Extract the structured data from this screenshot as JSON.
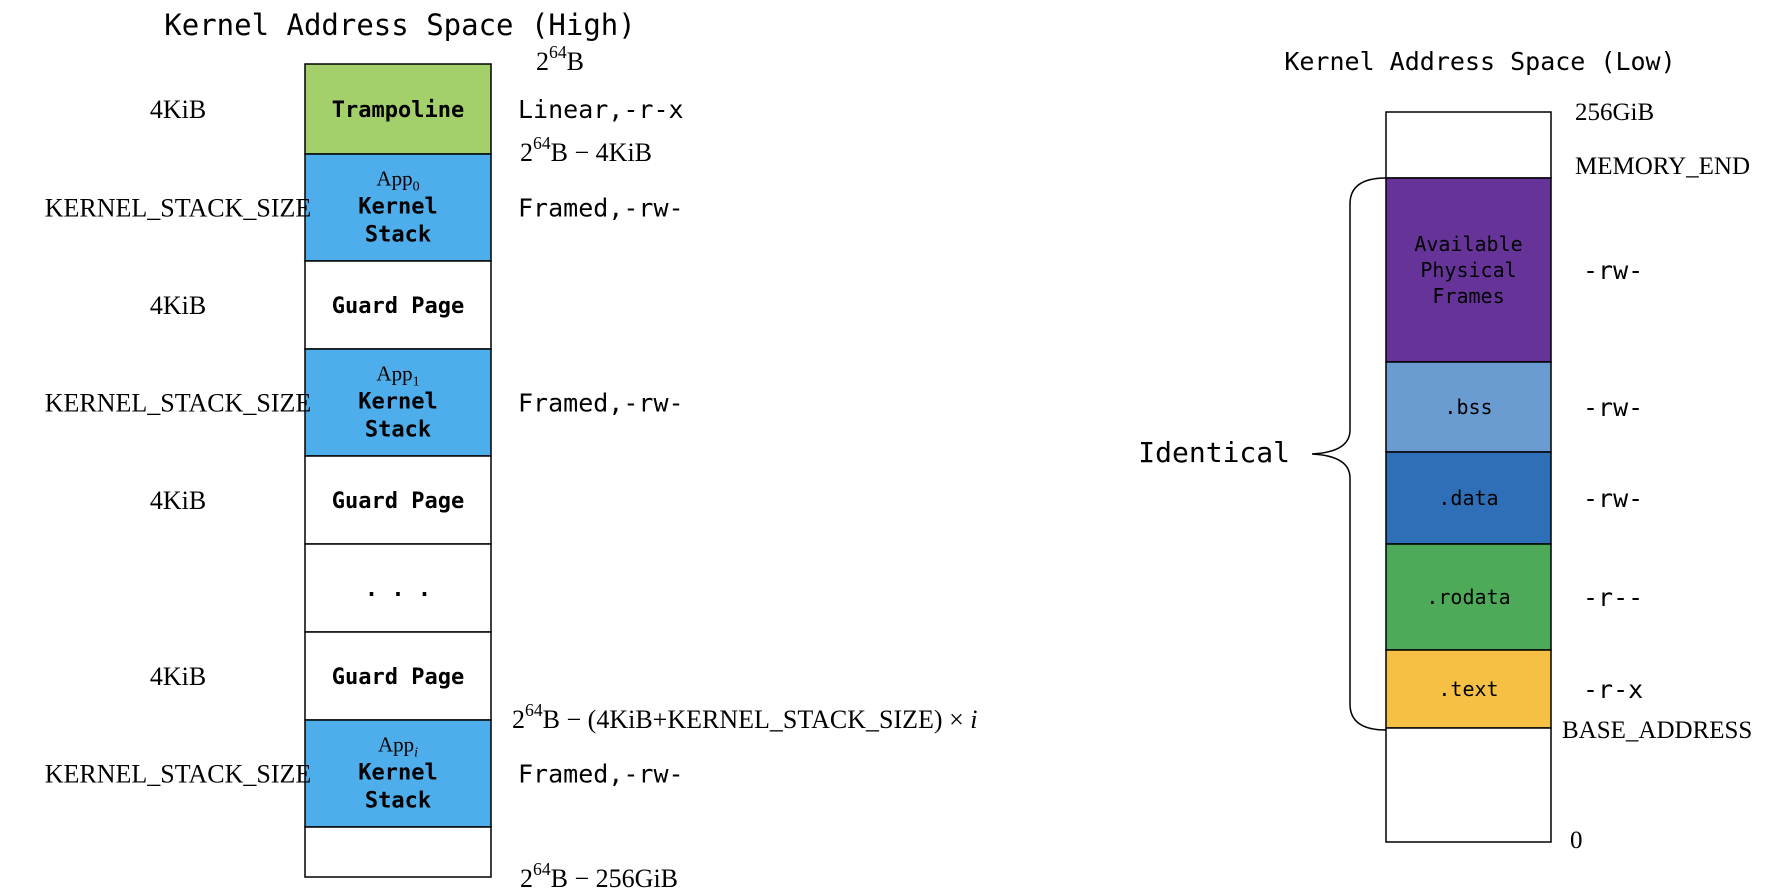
{
  "high": {
    "title": "Kernel Address Space (High)",
    "blocks": [
      {
        "id": "trampoline",
        "lines": [
          "Trampoline"
        ],
        "color": "#a3d06a",
        "size_label": "4KiB",
        "perm": "Linear,-r-x"
      },
      {
        "id": "app0-stack",
        "app": "App",
        "sub": "0",
        "lines": [
          "Kernel",
          "Stack"
        ],
        "color": "#4daeeb",
        "size_label": "KERNEL_STACK_SIZE",
        "perm": "Framed,-rw-"
      },
      {
        "id": "guard-page-1",
        "lines": [
          "Guard Page"
        ],
        "color": "#ffffff",
        "size_label": "4KiB",
        "perm": ""
      },
      {
        "id": "app1-stack",
        "app": "App",
        "sub": "1",
        "lines": [
          "Kernel",
          "Stack"
        ],
        "color": "#4daeeb",
        "size_label": "KERNEL_STACK_SIZE",
        "perm": "Framed,-rw-"
      },
      {
        "id": "guard-page-2",
        "lines": [
          "Guard Page"
        ],
        "color": "#ffffff",
        "size_label": "4KiB",
        "perm": ""
      },
      {
        "id": "ellipsis",
        "lines": [
          ". . ."
        ],
        "color": "#ffffff",
        "size_label": "",
        "perm": ""
      },
      {
        "id": "guard-page-3",
        "lines": [
          "Guard Page"
        ],
        "color": "#ffffff",
        "size_label": "4KiB",
        "perm": ""
      },
      {
        "id": "appi-stack",
        "app": "App",
        "sub": "i",
        "lines": [
          "Kernel",
          "Stack"
        ],
        "color": "#4daeeb",
        "size_label": "KERNEL_STACK_SIZE",
        "perm": "Framed,-rw-"
      },
      {
        "id": "bottom-space",
        "lines": [],
        "color": "#ffffff",
        "size_label": "",
        "perm": ""
      }
    ],
    "addr_top": {
      "base": "2",
      "exp": "64",
      "rest": "B"
    },
    "addr_tramp": {
      "base": "2",
      "exp": "64",
      "rest": "B − 4KiB"
    },
    "addr_appi": {
      "base": "2",
      "exp": "64",
      "rest": "B − (4KiB+KERNEL_STACK_SIZE) × ",
      "var": "i"
    },
    "addr_bottom": {
      "base": "2",
      "exp": "64",
      "rest": "B − 256GiB"
    }
  },
  "low": {
    "title": "Kernel Address Space (Low)",
    "blocks": [
      {
        "id": "top-free",
        "lines": [],
        "color": "#ffffff",
        "text_color": "#000000",
        "perm": ""
      },
      {
        "id": "available-frames",
        "lines": [
          "Available",
          "Physical",
          "Frames"
        ],
        "color": "#663399",
        "text_color": "#000000",
        "perm": "-rw-"
      },
      {
        "id": "bss",
        "lines": [
          ".bss"
        ],
        "color": "#6a9bd1",
        "text_color": "#000000",
        "perm": "-rw-"
      },
      {
        "id": "data",
        "lines": [
          ".data"
        ],
        "color": "#2e6fb8",
        "text_color": "#000000",
        "perm": "-rw-"
      },
      {
        "id": "rodata",
        "lines": [
          ".rodata"
        ],
        "color": "#4caa58",
        "text_color": "#000000",
        "perm": "-r--"
      },
      {
        "id": "text",
        "lines": [
          ".text"
        ],
        "color": "#f5c044",
        "text_color": "#000000",
        "perm": "-r-x"
      },
      {
        "id": "bottom-free",
        "lines": [],
        "color": "#ffffff",
        "text_color": "#000000",
        "perm": ""
      }
    ],
    "addr_top": "256GiB",
    "addr_memory_end": "MEMORY_END",
    "addr_base": "BASE_ADDRESS",
    "addr_zero": "0",
    "brace_label": "Identical"
  }
}
